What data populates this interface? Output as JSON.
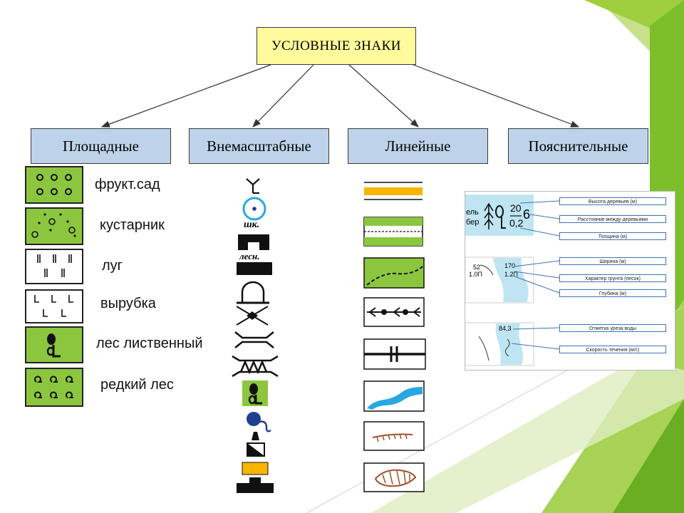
{
  "diagram": {
    "title": "УСЛОВНЫЕ ЗНАКИ",
    "categories": [
      "Площадные",
      "Внемасштабные",
      "Линейные",
      "Пояснительные"
    ],
    "area_signs": [
      "фрукт.сад",
      "кустарник",
      "луг",
      "вырубка",
      "лес лиственный",
      "редкий лес"
    ],
    "offscale_labels": {
      "school": "шк.",
      "forestry": "лесн."
    },
    "explanatory": {
      "tree_species": [
        "ель",
        "бер"
      ],
      "tree_numbers": {
        "height": "20",
        "distance": "6",
        "thickness": "0,2"
      },
      "river_numbers": {
        "mark": "52",
        "mark_sub": "1.0П",
        "width": "170",
        "depth": "1.2П"
      },
      "water_mark": "84,3",
      "legend": [
        "Высота деревьев (м)",
        "Расстояние между деревьями",
        "Толщина (м)",
        "Ширина (м)",
        "Характер грунта (песок)",
        "Глубина (м)",
        "Отметка уреза воды",
        "Скорость течения (м/с)"
      ]
    }
  },
  "colors": {
    "green": "#8cc63f",
    "header_blue": "#bed3ea",
    "title_yellow": "#fffb9c",
    "orange": "#f7b500",
    "water_blue": "#29a8e0",
    "dark_blue": "#1f3f8f",
    "brown": "#a0522d"
  }
}
